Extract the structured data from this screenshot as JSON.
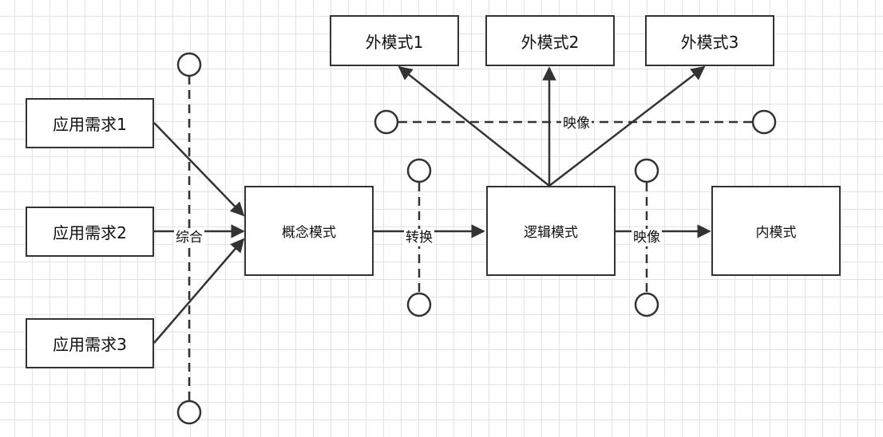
{
  "nodes": {
    "req1": "应用需求1",
    "req2": "应用需求2",
    "req3": "应用需求3",
    "conceptual": "概念模式",
    "logical": "逻辑模式",
    "internal": "内模式",
    "ext1": "外模式1",
    "ext2": "外模式2",
    "ext3": "外模式3"
  },
  "edge_labels": {
    "synthesize": "综合",
    "transform": "转换",
    "map_internal": "映像",
    "map_external": "映像"
  }
}
